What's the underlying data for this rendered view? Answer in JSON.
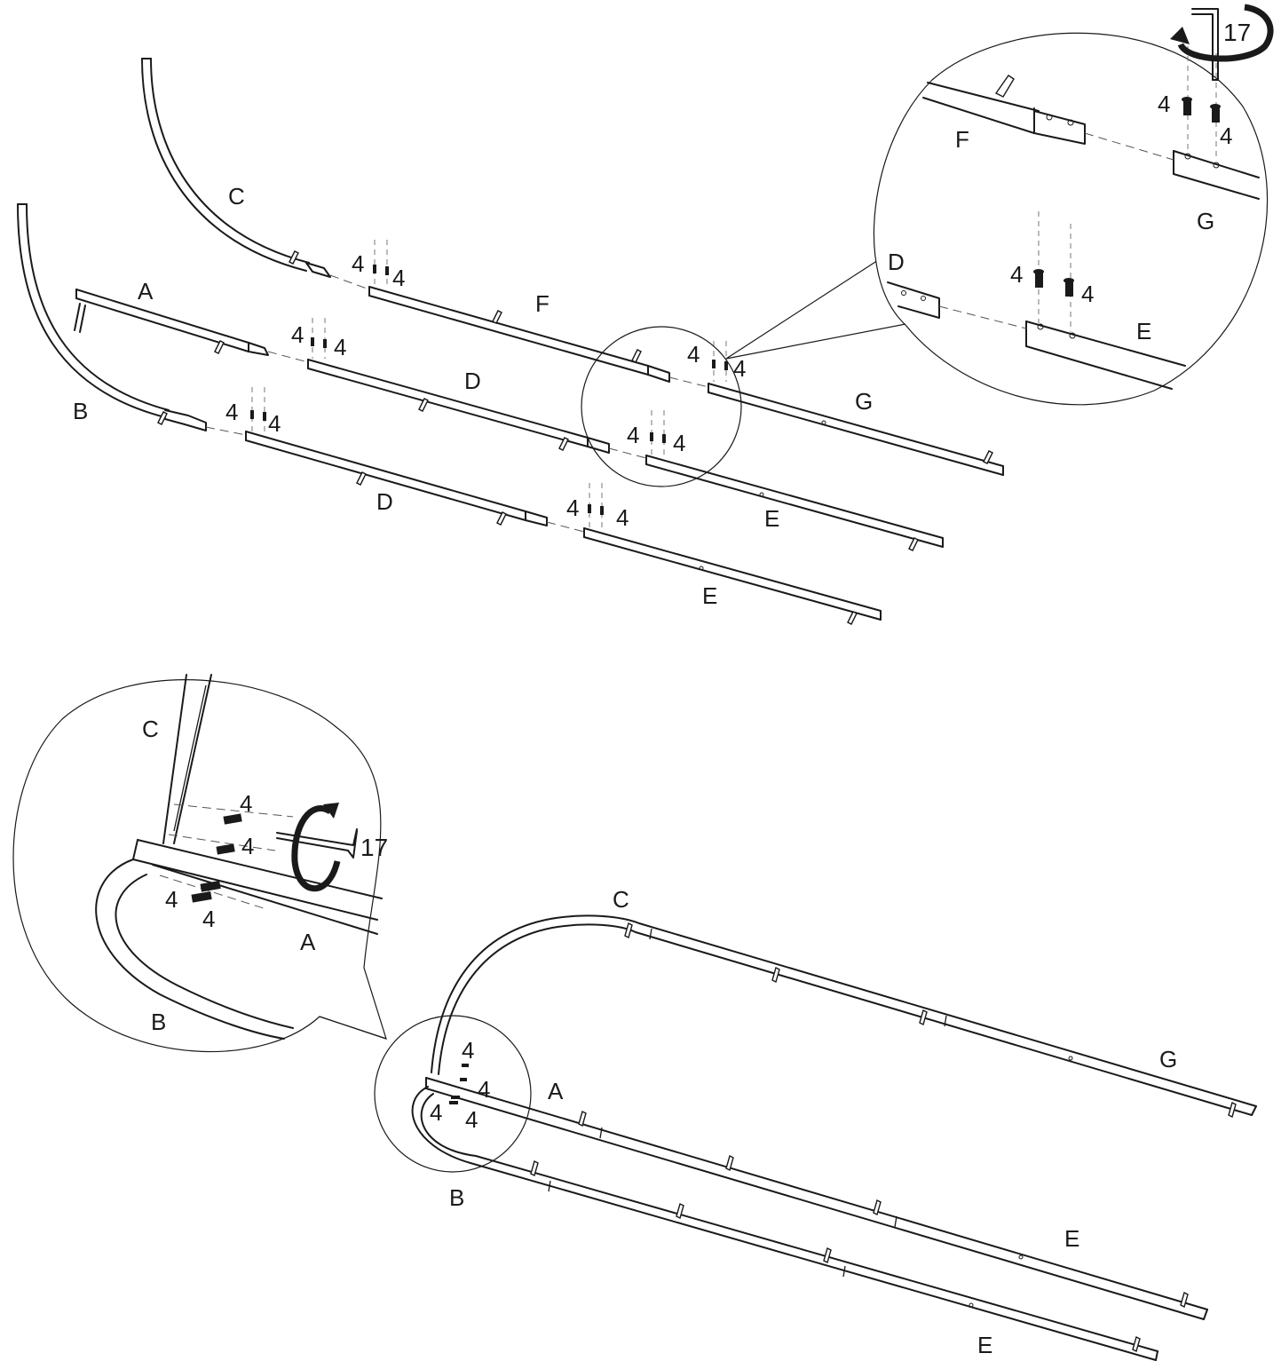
{
  "parts": {
    "a": "A",
    "b": "B",
    "c": "C",
    "d": "D",
    "e": "E",
    "f": "F",
    "g": "G"
  },
  "qty": "4",
  "tool_size": "17"
}
